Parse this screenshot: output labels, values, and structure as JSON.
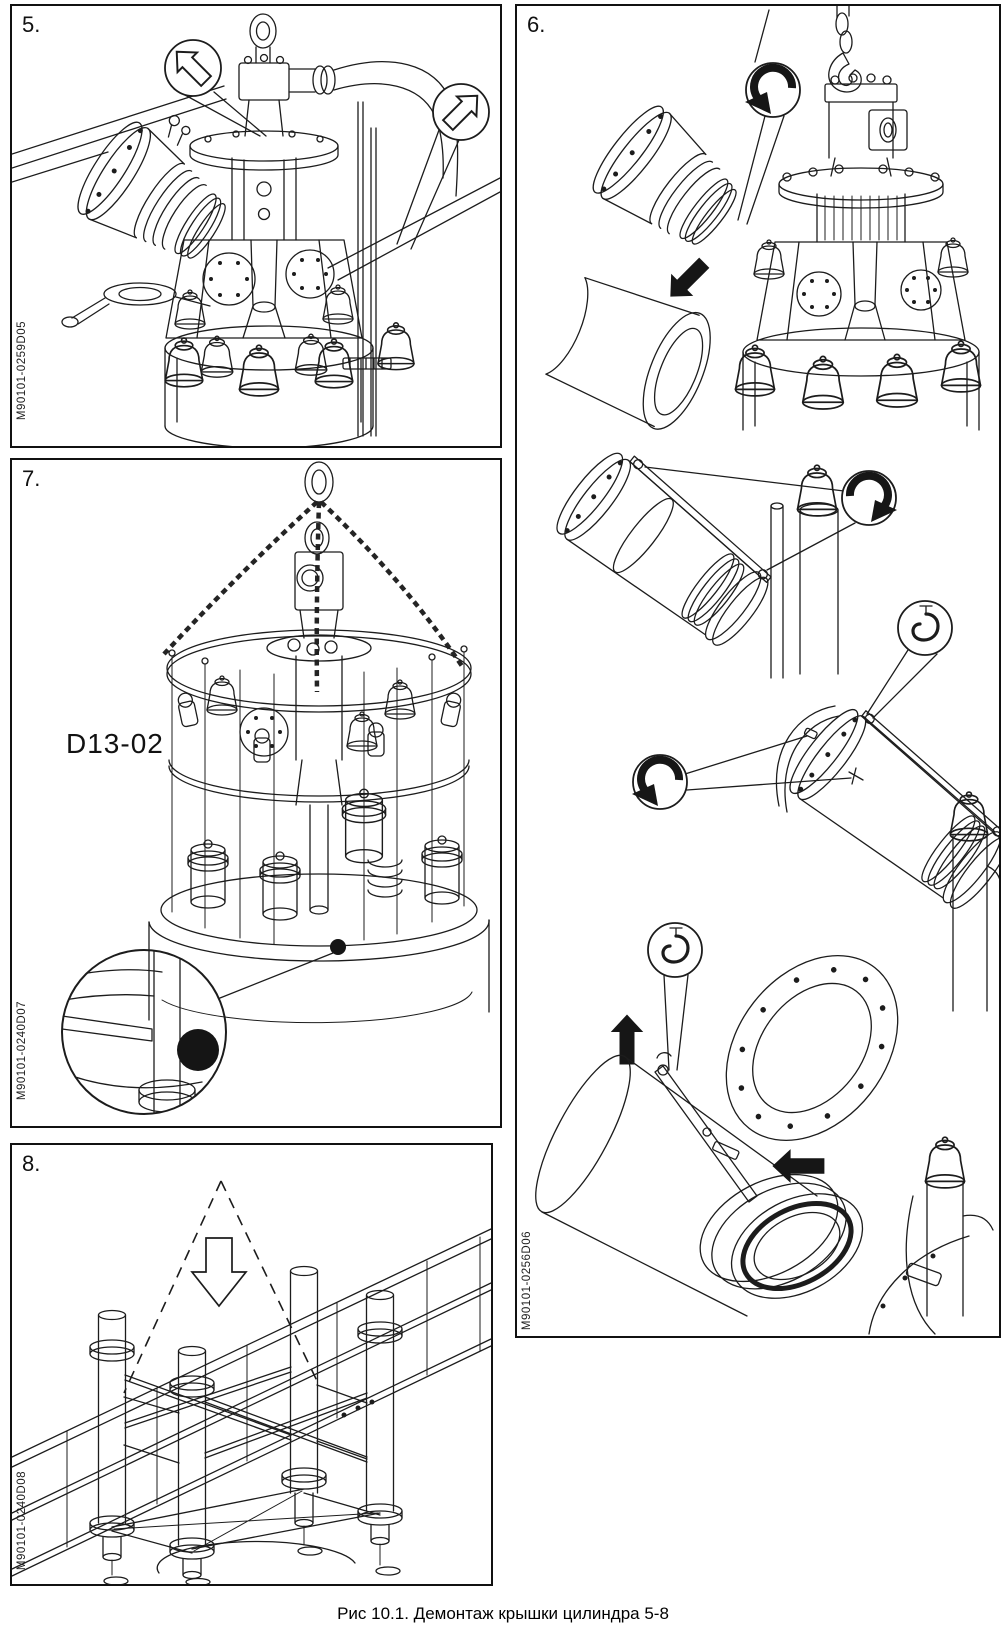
{
  "page": {
    "caption": "Рис 10.1. Демонтаж крышки цилиндра 5-8",
    "background": "#ffffff",
    "line_color": "#1c1c1c",
    "border_color": "#111111"
  },
  "panels": {
    "p5": {
      "number": "5.",
      "ref_code": "M90101-0259D05",
      "icons": [
        "direction-arrow-up-left",
        "direction-arrow-up-right"
      ]
    },
    "p6": {
      "number": "6.",
      "ref_code": "M90101-0256D06",
      "icons": [
        "crane-hook",
        "rotate-arrow-ccw",
        "rotate-arrow-cw",
        "lifting-hook",
        "arrow-down-left",
        "arrow-up",
        "arrow-left"
      ]
    },
    "p7": {
      "number": "7.",
      "ref_code": "M90101-0240D07",
      "tool_label": "D13-02",
      "icons": [
        "lifting-eye",
        "chain-sling",
        "detail-magnifier",
        "detail-marker-dot"
      ]
    },
    "p8": {
      "number": "8.",
      "ref_code": "M90101-0240D08",
      "icons": [
        "arrow-down-outline",
        "dashed-guides"
      ]
    }
  }
}
